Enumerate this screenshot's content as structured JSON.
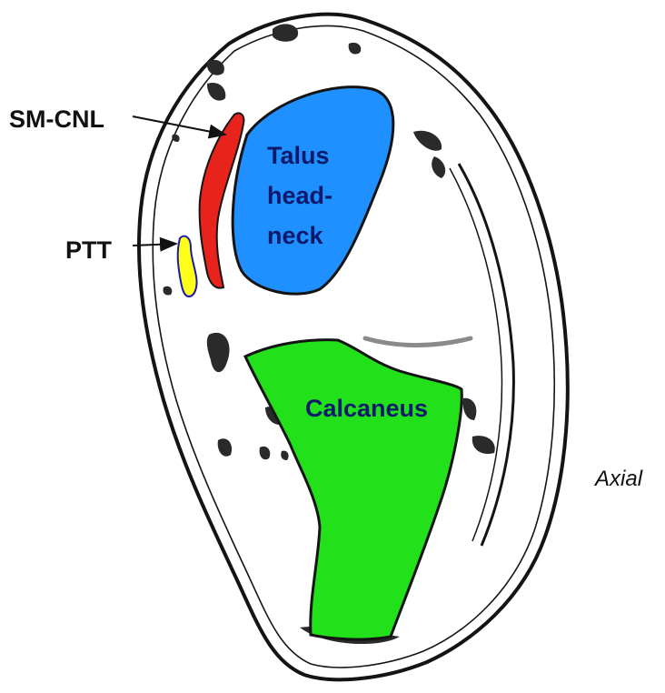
{
  "labels": {
    "smcnl": "SM-CNL",
    "ptt": "PTT",
    "talus": [
      "Talus",
      "head-",
      "neck"
    ],
    "calcaneus": "Calcaneus",
    "view": "Axial"
  },
  "colors": {
    "talus": "#1e90ff",
    "calcaneus": "#22e01a",
    "smcnl": "#e8231c",
    "ptt": "#ffff1a",
    "ptt_outline": "#1a1aa8",
    "outline": "#141414",
    "inner_text": "#0d1a6b"
  }
}
